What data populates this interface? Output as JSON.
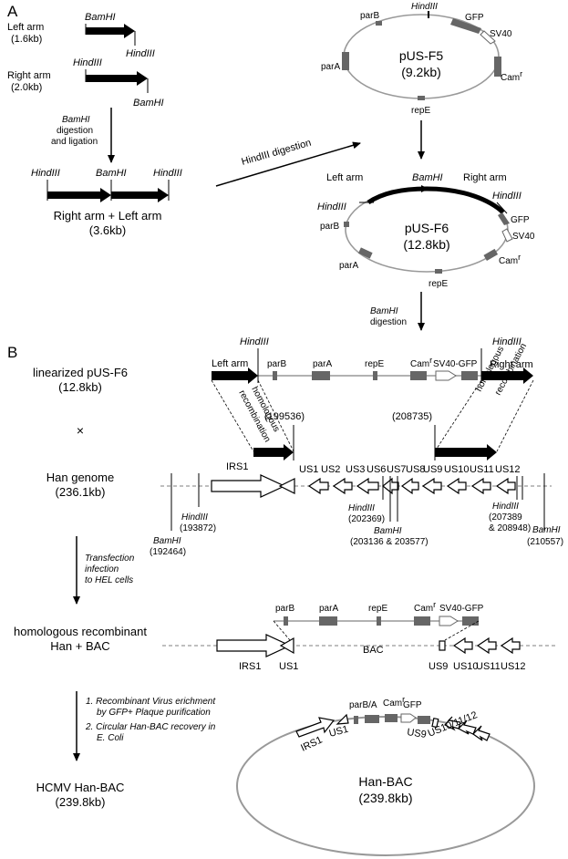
{
  "panels": {
    "a": "A",
    "b": "B"
  },
  "inserts": {
    "left_arm": "Left arm",
    "left_arm_size": "(1.6kb)",
    "right_arm": "Right arm",
    "right_arm_size": "(2.0kb)",
    "bamhi": "BamHI",
    "hindiii": "HindIII",
    "step1_line1": "BamHI",
    "step1_line2": "digestion",
    "step1_line3": "and ligation",
    "combined": "Right arm + Left arm",
    "combined_size": "(3.6kb)",
    "hindiii_digestion": "HindIII digestion"
  },
  "pusf5": {
    "name": "pUS-F5",
    "size": "(9.2kb)",
    "parB": "parB",
    "hindiii": "HindIII",
    "gfp": "GFP",
    "sv40": "SV40",
    "parA": "parA",
    "cam": "Cam",
    "cam_sup": "r",
    "repE": "repE"
  },
  "pusf6": {
    "name": "pUS-F6",
    "size": "(12.8kb)",
    "left_arm": "Left arm",
    "bamhi": "BamHI",
    "right_arm": "Right arm",
    "hindiii_left": "HindIII",
    "hindiii_right": "HindIII",
    "gfp": "GFP",
    "sv40": "SV40",
    "parB": "parB",
    "parA": "parA",
    "cam": "Cam",
    "cam_sup": "r",
    "repE": "repE",
    "step_line1": "BamHI",
    "step_line2": "digestion"
  },
  "linear": {
    "name": "linearized pUS-F6",
    "size": "(12.8kb)",
    "left_arm": "Left arm",
    "right_arm": "Right arm",
    "hindiii_left": "HindIII",
    "hindiii_right": "HindIII",
    "parB": "parB",
    "parA": "parA",
    "repE": "repE",
    "cam": "Cam",
    "cam_sup": "r",
    "sv40gfp": "SV40-GFP",
    "homologous": "homologous",
    "recombination": "recombination",
    "pos_left": "(199536)",
    "pos_right": "(208735)",
    "cross": "×"
  },
  "genome": {
    "name": "Han genome",
    "size": "(236.1kb)",
    "irs1": "IRS1",
    "genes": [
      "US1",
      "US2",
      "US3",
      "US6",
      "US7",
      "US8",
      "US9",
      "US10",
      "US11",
      "US12"
    ],
    "hindiii": "HindIII",
    "bamhi": "BamHI",
    "pos_193872": "(193872)",
    "pos_192464": "(192464)",
    "pos_202369": "(202369)",
    "pos_203": "(203136 & 203577)",
    "pos_207389": "(207389",
    "pos_208948": "& 208948)",
    "pos_210557": "(210557)"
  },
  "transfection": {
    "line1": "Transfection",
    "line2": "infection",
    "line3": "to HEL cells"
  },
  "recombinant": {
    "name_line1": "homologous recombinant",
    "name_line2": "Han + BAC",
    "parB": "parB",
    "parA": "parA",
    "repE": "repE",
    "cam": "Cam",
    "cam_sup": "r",
    "sv40gfp": "SV40-GFP",
    "bac": "BAC",
    "irs1": "IRS1",
    "us1": "US1",
    "us9": "US9",
    "us10": "US10",
    "us11": "US11",
    "us12": "US12"
  },
  "enrichment": {
    "line1": "1. Recombinant Virus erichment",
    "line2": "by GFP+ Plaque purification",
    "line3": "2. Circular Han-BAC recovery in",
    "line4": "E. Coli"
  },
  "final": {
    "name": "HCMV Han-BAC",
    "size": "(239.8kb)",
    "circle_name": "Han-BAC",
    "circle_size": "(239.8kb)",
    "parBA": "parB/A",
    "cam": "Cam",
    "cam_sup": "r",
    "gfp": "GFP",
    "irs1": "IRS1",
    "us1": "US1",
    "us9": "US9",
    "us101112": "US10/11/12"
  },
  "colors": {
    "ink": "#000000",
    "gray": "#999999",
    "element": "#666666"
  }
}
